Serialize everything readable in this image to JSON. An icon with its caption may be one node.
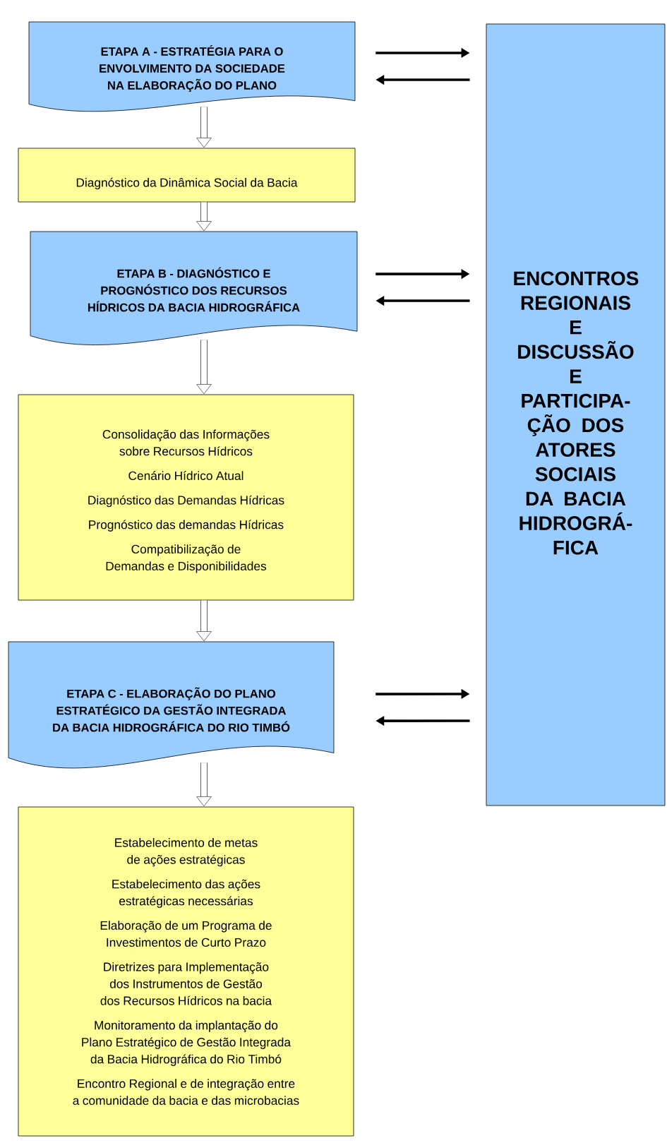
{
  "diagram": {
    "nodes": [
      {
        "text": [
          "ETAPA A - ESTRATÉGIA PARA O ENVOLVIMENTO DA SOCIEDADE NA ELABORAÇÃO DO PLANO"
        ]
      },
      {
        "text": [
          "Diagnóstico da Dinâmica Social da Bacia"
        ]
      },
      {
        "text": [
          "ETAPA B - DIAGNÓSTICO E PROGNÓSTICO DOS RECURSOS HÍDRICOS DA BACIA HIDROGRÁFICA"
        ]
      },
      {
        "text": [
          "Consolidação das Informações sobre Recursos Hídricos",
          "Cenário Hídrico Atual",
          "Diagnóstico das Demandas Hídricas",
          "Prognóstico das demandas Hídricas",
          "Compatibilização de Demandas e Disponibilidades"
        ]
      },
      {
        "text": [
          "ETAPA C - ELABORAÇÃO DO PLANO ESTRATÉGICO DA GESTÃO INTEGRADA DA BACIA HIDROGRÁFICA DO RIO TIMBÓ"
        ]
      },
      {
        "text": [
          "Estabelecimento de metas de ações estratégicas",
          "Estabelecimento das ações estratégicas necessárias",
          "Elaboração de um Programa de Investimentos de Curto Prazo",
          "Diretrizes para Implementação dos Instrumentos de Gestão dos Recursos Hídricos na bacia",
          "Monitoramento da implantação do Plano Estratégico de Gestão Integrada da Bacia Hidrográfica do Rio Timbó",
          "Encontro Regional e de integração entre a comunidade da bacia e das microbacias"
        ]
      },
      {
        "text": [
          "ENCONTROS REGIONAIS E DISCUSSÃO E PARTICIPA- ÇÃO DOS ATORES SOCIAIS DA BACIA HIDROGRÁ- FICA"
        ]
      }
    ],
    "edges": [
      {
        "from": 0,
        "to": 1,
        "arrow": "to",
        "style": "thick",
        "color": "#666666"
      },
      {
        "from": 1,
        "to": 2,
        "arrow": "to",
        "style": "thick",
        "color": "#666666"
      },
      {
        "from": 2,
        "to": 3,
        "arrow": "to",
        "style": "thick",
        "color": "#666666"
      },
      {
        "from": 3,
        "to": 4,
        "arrow": "to",
        "style": "thick",
        "color": "#666666"
      },
      {
        "from": 4,
        "to": 5,
        "arrow": "to",
        "style": "thick",
        "color": "#666666"
      },
      {
        "from": 0,
        "to": 6,
        "arrow": "to"
      },
      {
        "from": 6,
        "to": 0,
        "arrow": "to"
      },
      {
        "from": 2,
        "to": 6,
        "arrow": "to"
      },
      {
        "from": 6,
        "to": 2,
        "arrow": "to"
      },
      {
        "from": 4,
        "to": 6,
        "arrow": "to"
      },
      {
        "from": 6,
        "to": 4,
        "arrow": "to"
      }
    ]
  }
}
